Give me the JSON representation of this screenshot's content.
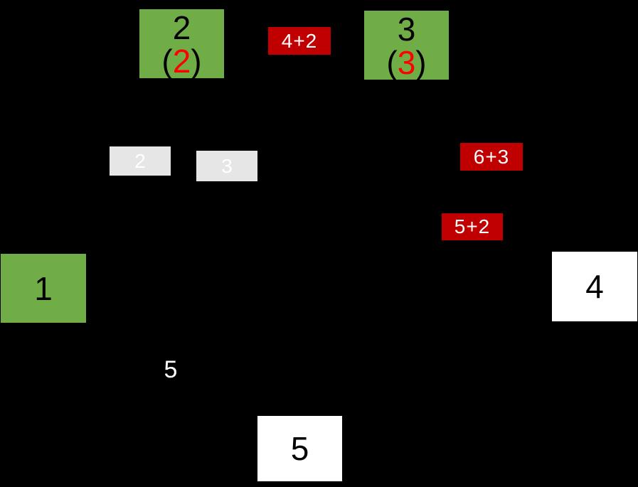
{
  "colors": {
    "background": "#000000",
    "visited_fill": "#70AD47",
    "unvisited_fill": "#FFFFFF",
    "calc_fill": "#C00000",
    "weight_fill": "#E7E6E6",
    "node_text": "#000000",
    "light_text": "#FFFFFF",
    "highlight_text": "#FF0000"
  },
  "nodes": {
    "n1": {
      "label": "1"
    },
    "n2": {
      "label": "2",
      "paren_open": "(",
      "distance": "2",
      "paren_close": ")"
    },
    "n3": {
      "label": "3",
      "paren_open": "(",
      "distance": "3",
      "paren_close": ")"
    },
    "n4": {
      "label": "4"
    },
    "n5": {
      "label": "5"
    }
  },
  "edge_weights": {
    "w_node2": "2",
    "w_node3": "3",
    "w_node5": "5"
  },
  "calculations": {
    "sum_top": "4+2",
    "sum_mid": "6+3",
    "sum_low": "5+2"
  }
}
